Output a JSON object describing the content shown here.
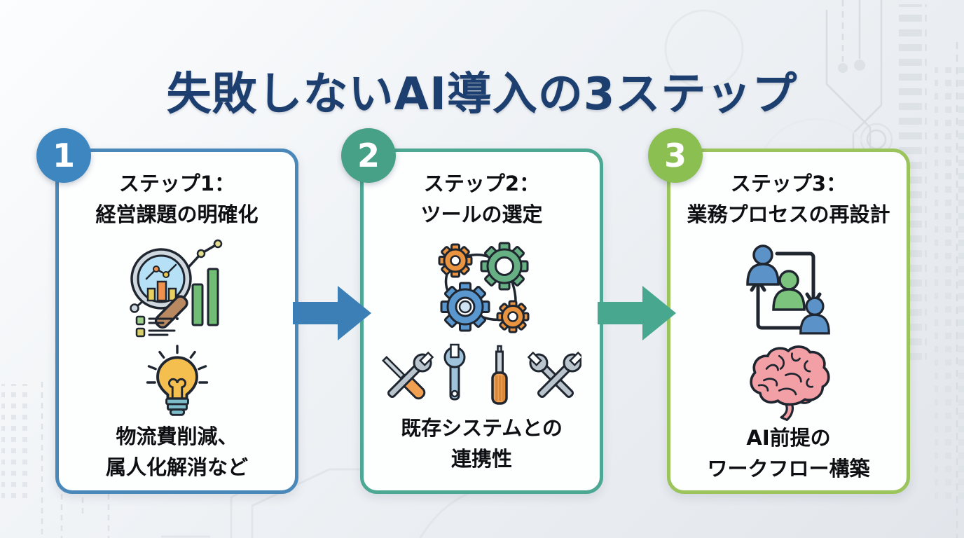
{
  "page": {
    "title": "失敗しないAI導入の3ステップ",
    "title_color": "#1d3f6f",
    "background_color": "#edf0f3",
    "pattern": "faint-circuit-board"
  },
  "steps": [
    {
      "number": "1",
      "badge_color": "#3e86c0",
      "border_color": "#4a88ba",
      "title_line1": "ステップ1：",
      "title_line2": "経営課題の明確化",
      "icon1_name": "magnifier-chart-icon",
      "icon2_name": "lightbulb-icon",
      "desc_line1": "物流費削減、",
      "desc_line2": "属人化解消など"
    },
    {
      "number": "2",
      "badge_color": "#47a187",
      "border_color": "#4ca892",
      "title_line1": "ステップ2：",
      "title_line2": "ツールの選定",
      "icon1_name": "connected-gears-icon",
      "icon2_name": "tools-icon",
      "desc_line1": "既存システムとの",
      "desc_line2": "連携性"
    },
    {
      "number": "3",
      "badge_color": "#8cbf52",
      "border_color": "#9cc45d",
      "title_line1": "ステップ3：",
      "title_line2": "業務プロセスの再設計",
      "icon1_name": "people-cycle-icon",
      "icon2_name": "brain-icon",
      "desc_line1": "AI前提の",
      "desc_line2": "ワークフロー構築"
    }
  ],
  "arrows": [
    {
      "name": "arrow-step1-to-step2",
      "color": "#3c7fb7"
    },
    {
      "name": "arrow-step2-to-step3",
      "color": "#47a88f"
    }
  ]
}
